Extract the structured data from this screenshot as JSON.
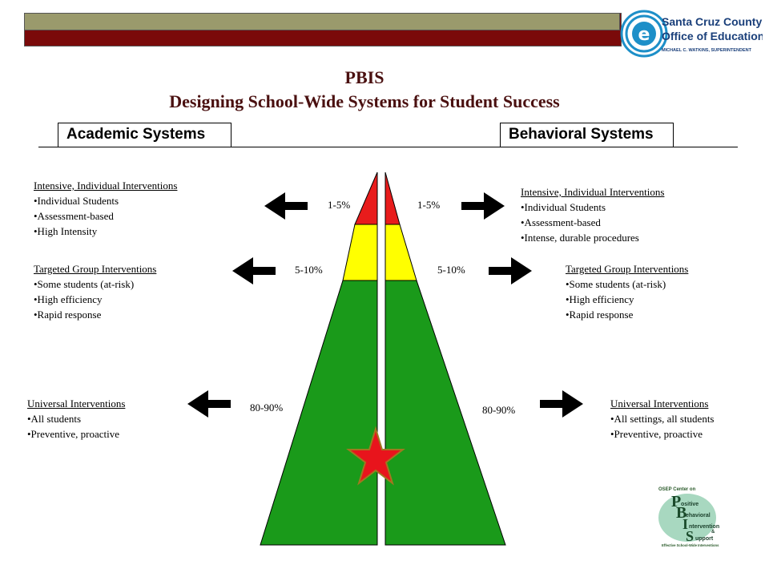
{
  "title": "PBIS",
  "subtitle": "Designing School-Wide Systems for Student Success",
  "logo": {
    "line1": "Santa Cruz County",
    "line2": "Office of Education",
    "line3": "MICHAEL C. WATKINS, SUPERINTENDENT"
  },
  "academic_label": "Academic Systems",
  "behavioral_label": "Behavioral Systems",
  "colors": {
    "red": "#e81c1c",
    "yellow": "#ffff00",
    "green": "#1a9a1a",
    "star": "#e8141c",
    "star_outline": "#a07820"
  },
  "academic": {
    "intensive": {
      "heading": "Intensive, Individual Interventions",
      "items": [
        "•Individual Students",
        "•Assessment-based",
        "•High Intensity"
      ]
    },
    "targeted": {
      "heading": "Targeted Group Interventions",
      "items": [
        "•Some students (at-risk)",
        "•High efficiency",
        "•Rapid response"
      ]
    },
    "universal": {
      "heading": "Universal Interventions",
      "items": [
        "•All students",
        "•Preventive,  proactive"
      ]
    }
  },
  "behavioral": {
    "intensive": {
      "heading": "Intensive, Individual Interventions",
      "items": [
        "•Individual Students",
        "•Assessment-based",
        "•Intense, durable procedures"
      ]
    },
    "targeted": {
      "heading": "Targeted Group Interventions",
      "items": [
        "•Some students (at-risk)",
        "•High efficiency",
        "•Rapid response"
      ]
    },
    "universal": {
      "heading": "Universal Interventions",
      "items": [
        "•All settings, all students",
        "•Preventive,  proactive"
      ]
    }
  },
  "percentages": {
    "top": "1-5%",
    "middle": "5-10%",
    "bottom": "80-90%"
  },
  "pbis_logo": {
    "top": "OSEP Center on",
    "letters": [
      "P",
      "B",
      "I",
      "S"
    ],
    "words": [
      "ositive",
      "ehavioral",
      "ntervention",
      "upport"
    ],
    "amp": "&",
    "bottom": "Effective School-Wide Interventions"
  }
}
